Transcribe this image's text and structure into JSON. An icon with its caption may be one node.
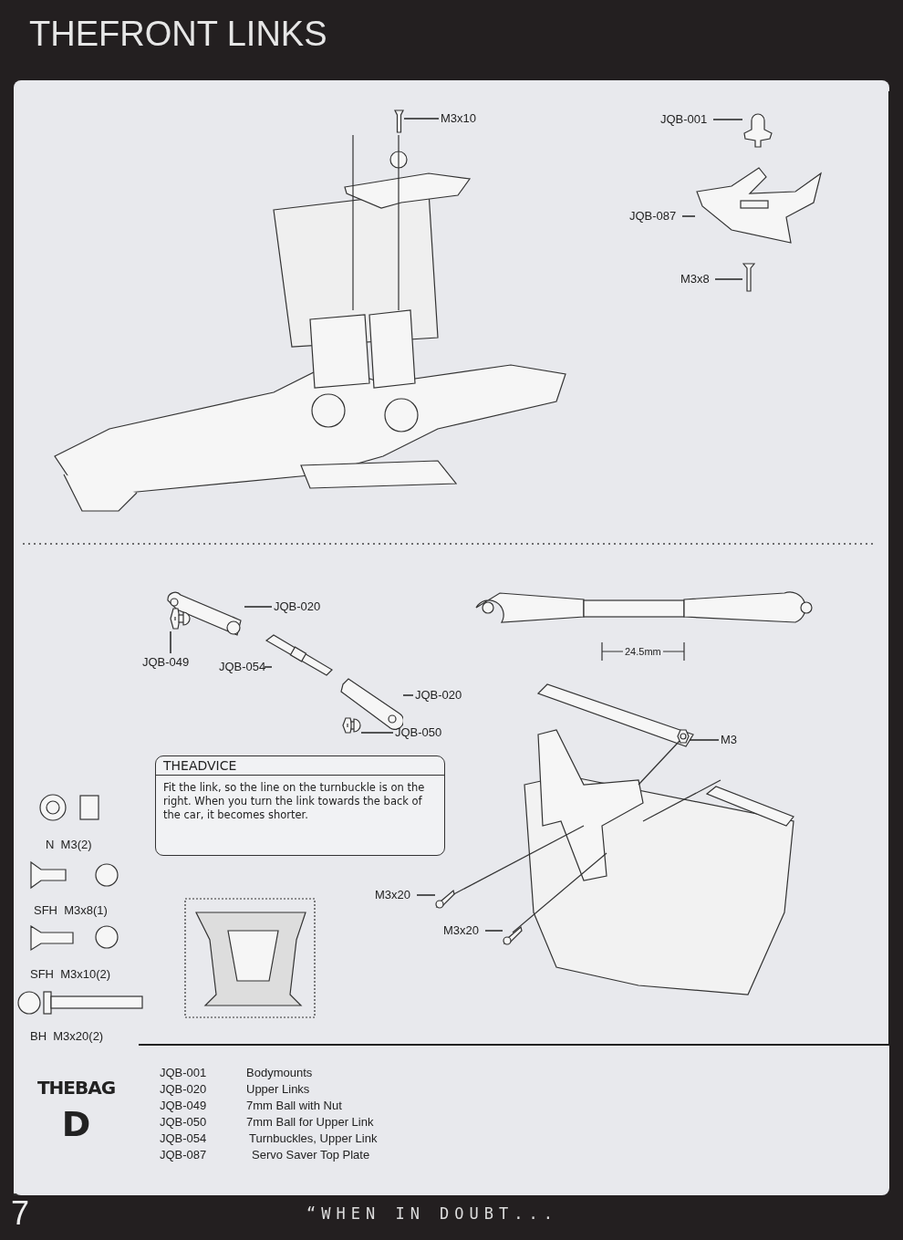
{
  "diagram": {
    "title": "THEFRONT LINKS",
    "nodes": [
      {
        "text": [
          "M3x10"
        ]
      },
      {
        "text": [],
        "shape": "picture"
      },
      {
        "text": [
          "JQB-001"
        ]
      },
      {
        "text": [],
        "shape": "picture"
      },
      {
        "text": [
          "JQB-087"
        ]
      },
      {
        "text": [],
        "shape": "picture"
      },
      {
        "text": [
          "M3x8"
        ]
      },
      {
        "text": [],
        "shape": "picture"
      },
      {
        "text": [
          "JQB-020"
        ]
      },
      {
        "text": [],
        "shape": "picture"
      },
      {
        "text": [
          "JQB-049"
        ]
      },
      {
        "text": [],
        "shape": "picture"
      },
      {
        "text": [
          "JQB-054"
        ]
      },
      {
        "text": [],
        "shape": "picture"
      },
      {
        "text": [
          "JQB-020"
        ]
      },
      {
        "text": [],
        "shape": "picture"
      },
      {
        "text": [
          "JQB-050"
        ]
      },
      {
        "text": [],
        "shape": "picture"
      },
      {
        "text": [
          "M3"
        ]
      },
      {
        "text": [],
        "shape": "picture"
      },
      {
        "text": [
          "M3x20"
        ]
      },
      {
        "text": [],
        "shape": "picture"
      },
      {
        "text": [
          "M3x20"
        ]
      },
      {
        "text": [],
        "shape": "picture"
      },
      {
        "text": [
          "THEADVICE",
          "Fit the link, so the line on the turnbuckle is on the right. When you turn the link towards the back of the car, it becomes shorter."
        ]
      },
      {
        "text": [
          "THEBAG",
          "D"
        ]
      }
    ],
    "edges": [
      {
        "from": 0,
        "to": 1,
        "arrow": "none"
      },
      {
        "from": 2,
        "to": 3,
        "arrow": "none"
      },
      {
        "from": 4,
        "to": 5,
        "arrow": "none"
      },
      {
        "from": 6,
        "to": 7,
        "arrow": "none"
      },
      {
        "from": 8,
        "to": 9,
        "arrow": "none"
      },
      {
        "from": 10,
        "to": 11,
        "arrow": "none"
      },
      {
        "from": 12,
        "to": 13,
        "arrow": "none"
      },
      {
        "from": 14,
        "to": 15,
        "arrow": "none"
      },
      {
        "from": 16,
        "to": 17,
        "arrow": "none"
      },
      {
        "from": 18,
        "to": 19,
        "arrow": "none"
      },
      {
        "from": 20,
        "to": 21,
        "arrow": "none"
      },
      {
        "from": 22,
        "to": 23,
        "arrow": "none"
      }
    ],
    "labels": [
      "N  M3(2)",
      "SFH  M3x8(1)",
      "SFH  M3x10(2)",
      "BH  M3x20(2)",
      "24.5mm",
      "JQB-001",
      "Bodymounts",
      "JQB-020",
      "Upper Links",
      "JQB-049",
      "7mm Ball with Nut",
      "JQB-050",
      "7mm Ball for Upper Link",
      "JQB-054",
      "Turnbuckles, Upper Link",
      "JQB-087",
      "Servo Saver Top Plate",
      "7",
      "“WHEN IN DOUBT..."
    ]
  }
}
